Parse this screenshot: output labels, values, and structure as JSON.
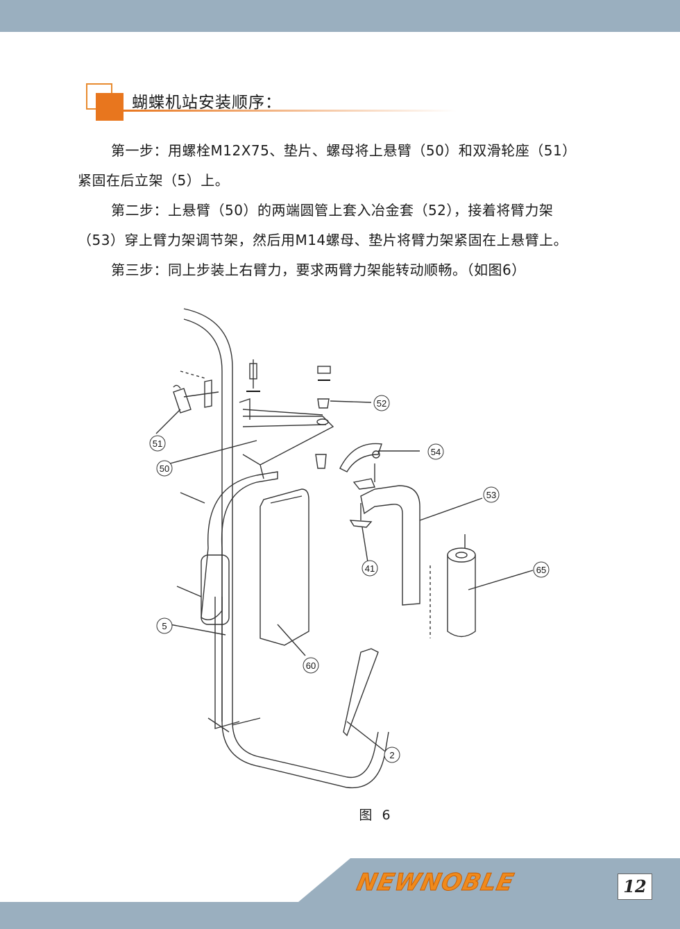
{
  "heading": {
    "title": "蝴蝶机站安装顺序："
  },
  "steps": [
    {
      "line1": "第一步：用螺栓M12X75、垫片、螺母将上悬臂（50）和双滑轮座（51）",
      "line2": "紧固在后立架（5）上。"
    },
    {
      "line1": "第二步：上悬臂（50）的两端圆管上套入冶金套（52），接着将臂力架",
      "line2": "（53）穿上臂力架调节架，然后用M14螺母、垫片将臂力架紧固在上悬臂上。"
    },
    {
      "line1": "第三步：同上步装上右臂力，要求两臂力架能转动顺畅。（如图6）"
    }
  ],
  "figure": {
    "caption": "图 6",
    "callouts": [
      "52",
      "51",
      "50",
      "54",
      "53",
      "41",
      "65",
      "5",
      "60",
      "2"
    ]
  },
  "footer": {
    "brand": "NEWNOBLE",
    "page_number": "12"
  },
  "colors": {
    "accent": "#e8761e",
    "band": "#9aafbf"
  }
}
